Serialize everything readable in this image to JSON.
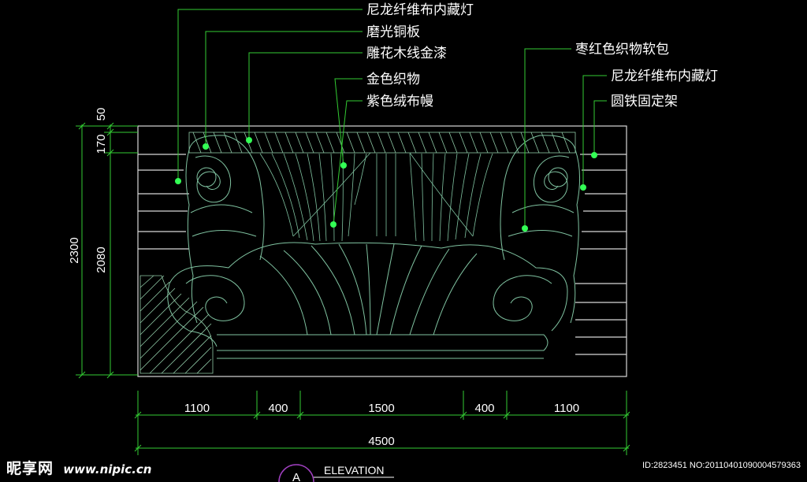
{
  "labels": {
    "left": [
      "尼龙纤维布内藏灯",
      "磨光铜板",
      "雕花木线金漆",
      "金色织物",
      "紫色绒布幔"
    ],
    "right": [
      "枣红色织物软包",
      "尼龙纤维布内藏灯",
      "圆铁固定架"
    ]
  },
  "dimensions": {
    "vertical": [
      "2300",
      "50",
      "170",
      "2080"
    ],
    "horizontal": [
      "1100",
      "400",
      "1500",
      "400",
      "1100"
    ],
    "total": "4500"
  },
  "section": {
    "marker": "A",
    "title": "ELEVATION"
  },
  "watermark": {
    "brand": "昵享网",
    "url": "www.nipic.cn",
    "id_text": "ID:2823451 NO:20110401090004579363"
  },
  "colors": {
    "background": "#000000",
    "lines": "#ffffff",
    "leaders": "#33cc33",
    "dots": "#33ff55",
    "drawing": "#7fc2a0",
    "marker": "#a040c0"
  }
}
